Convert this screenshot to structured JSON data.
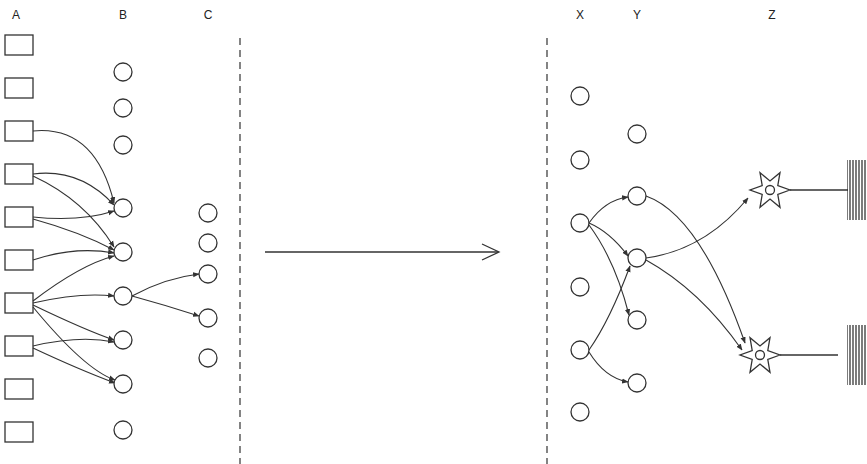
{
  "diagram": {
    "labels": [
      "A",
      "B",
      "C",
      "X",
      "Y",
      "Z"
    ]
  }
}
